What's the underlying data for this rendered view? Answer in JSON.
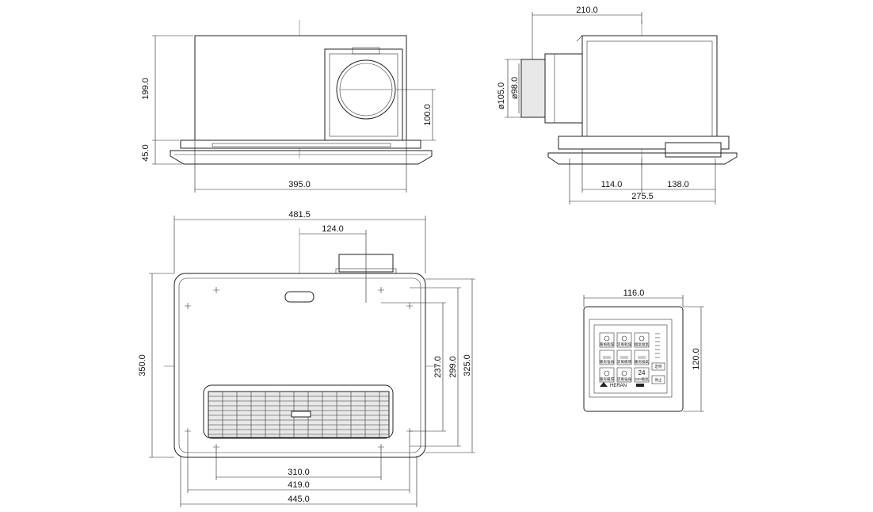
{
  "dimensions": {
    "front_height_body": "199.0",
    "front_height_panel": "45.0",
    "duct_offset": "100.0",
    "front_width": "395.0",
    "side_depth": "210.0",
    "duct_outer_dia": "ø105.0",
    "duct_inner_dia": "ø98.0",
    "side_front_part": "114.0",
    "side_rear_part": "138.0",
    "side_total": "275.5",
    "top_total_width": "481.5",
    "duct_center_offset": "124.0",
    "top_depth_total": "350.0",
    "inner_237": "237.0",
    "inner_299": "299.0",
    "inner_325": "325.0",
    "grille_width": "310.0",
    "mount_width": "419.0",
    "panel_width": "445.0",
    "control_width": "116.0",
    "control_height": "120.0"
  },
  "control_panel": {
    "buttons": [
      "暖風乾燥",
      "涼風乾燥",
      "換氣換氣",
      "暖房強弱",
      "涼風循環",
      "暖房換氣",
      "暖房循環",
      "涼風強弱",
      "24H換氣"
    ],
    "digit_24": "24",
    "timer": "定時",
    "power": "停止",
    "brand": "HERAN"
  }
}
